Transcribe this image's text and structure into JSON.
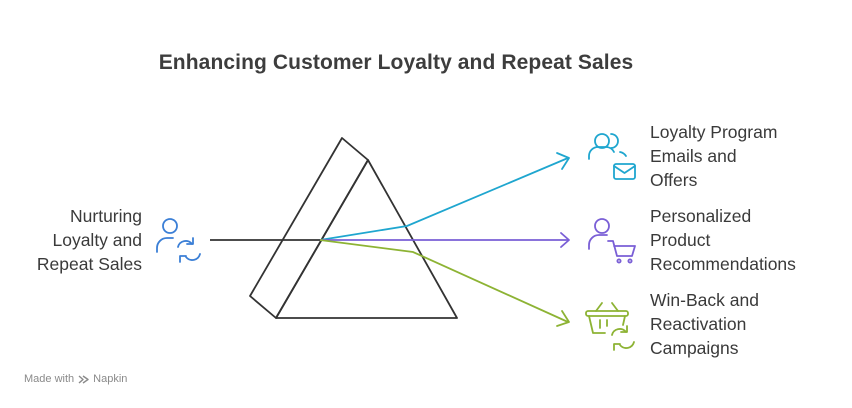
{
  "title": "Enhancing Customer Loyalty and Repeat Sales",
  "input": {
    "lines": [
      "Nurturing",
      "Loyalty and",
      "Repeat Sales"
    ],
    "icon": "user-refresh-icon",
    "color": "#3b7fd6"
  },
  "outputs": [
    {
      "lines": [
        "Loyalty Program",
        "Emails and",
        "Offers"
      ],
      "icon": "users-mail-icon",
      "color": "#1fa6cf"
    },
    {
      "lines": [
        "Personalized",
        "Product",
        "Recommendations"
      ],
      "icon": "user-cart-icon",
      "color": "#7a5fd6"
    },
    {
      "lines": [
        "Win-Back and",
        "Reactivation",
        "Campaigns"
      ],
      "icon": "basket-refresh-icon",
      "color": "#8db334"
    }
  ],
  "footer": {
    "made_with": "Made with",
    "brand": "Napkin"
  }
}
